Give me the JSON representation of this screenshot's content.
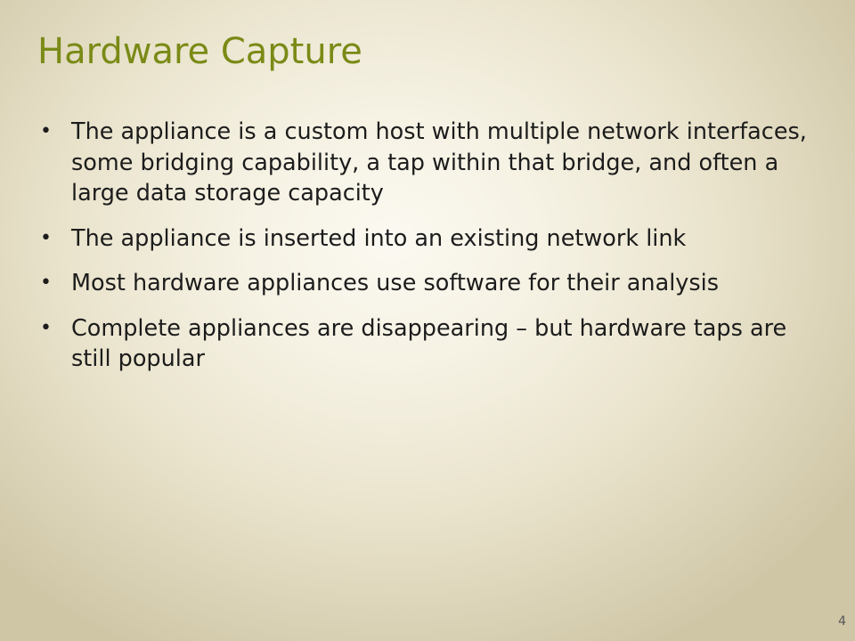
{
  "slide": {
    "title": "Hardware Capture",
    "bullets": [
      "The appliance is a custom host with multiple network interfaces, some bridging capability, a tap within that bridge, and often a large data storage capacity",
      "The appliance is inserted into an existing network link",
      "Most hardware appliances use software for their analysis",
      "Complete appliances are disappearing – but hardware taps are still popular"
    ],
    "page_number": "4"
  },
  "colors": {
    "title": "#7a8a16",
    "text": "#1c1c1c",
    "background_center": "#fbf9f1",
    "background_edge": "#cfc6a6"
  }
}
